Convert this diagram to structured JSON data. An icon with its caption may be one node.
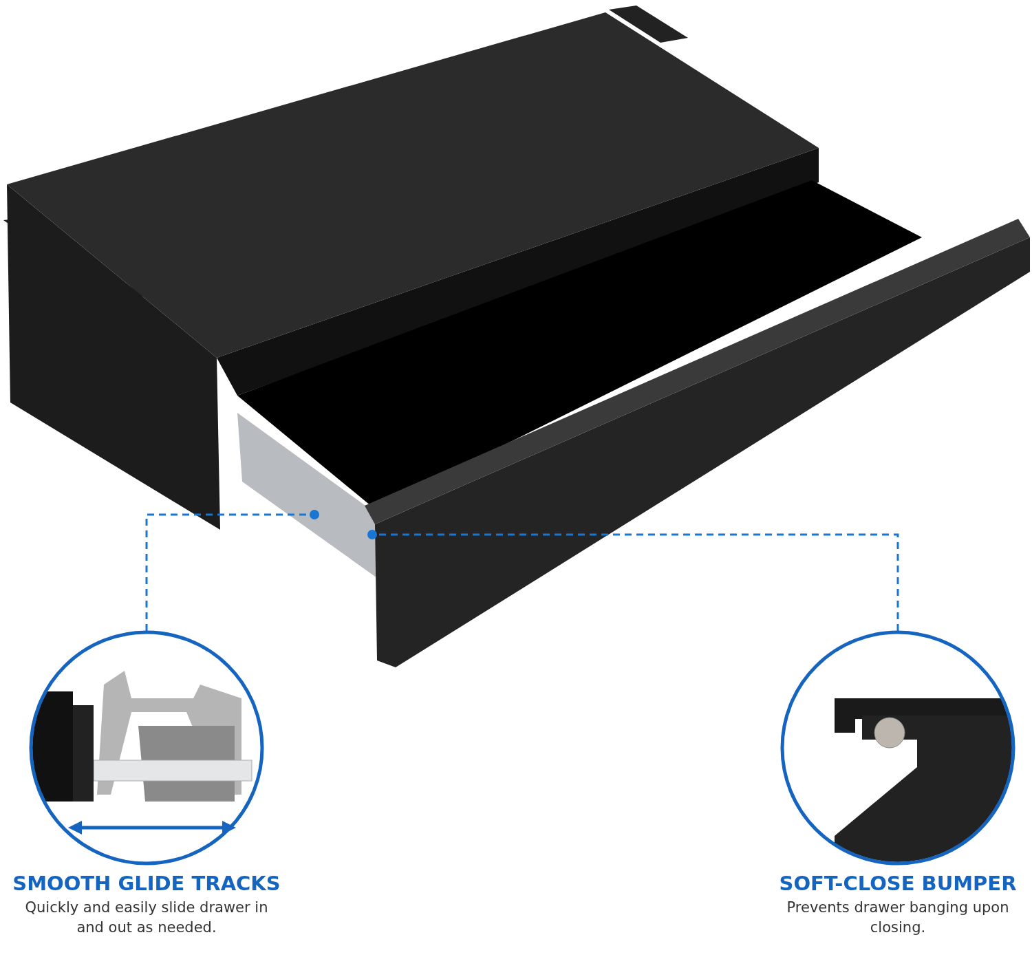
{
  "diagram": {
    "nodes": [
      {
        "text": [
          "SMOOTH GLIDE TRACKS",
          "Quickly and easily slide drawer in and out as needed."
        ]
      },
      {
        "text": [
          "SOFT-CLOSE BUMPER",
          "Prevents drawer banging upon closing."
        ]
      },
      {
        "text": [],
        "shape": "circle"
      },
      {
        "text": [],
        "shape": "circle"
      }
    ],
    "edges": [
      {
        "from": 0,
        "to": 2,
        "arrow": "none",
        "style": "dashed"
      },
      {
        "from": 1,
        "to": 3,
        "arrow": "none",
        "style": "dashed"
      }
    ]
  }
}
